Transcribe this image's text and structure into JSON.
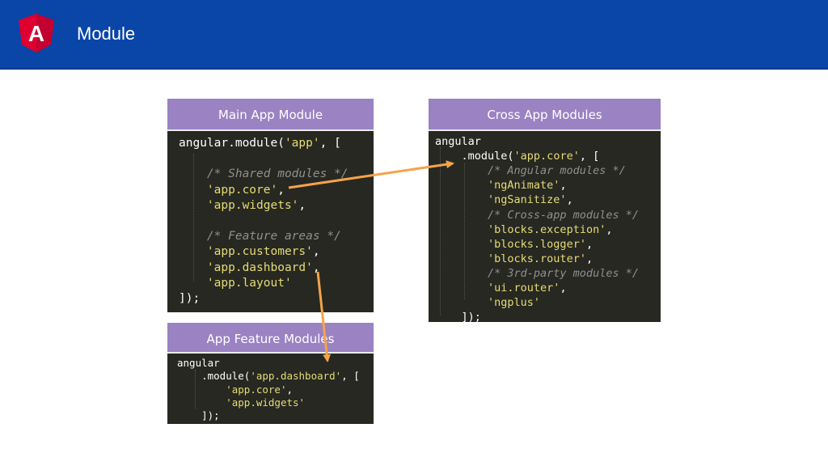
{
  "header": {
    "title": "Module",
    "logo_letter": "A",
    "background": "#0a45a8"
  },
  "panels": {
    "main": {
      "title": "Main App Module",
      "lines": [
        [
          {
            "t": "angular.module(",
            "c": "kw"
          },
          {
            "t": "'app'",
            "c": "str"
          },
          {
            "t": ", [",
            "c": "kw"
          }
        ],
        [],
        [
          {
            "t": "    /* Shared modules */",
            "c": "com"
          }
        ],
        [
          {
            "t": "    ",
            "c": "kw"
          },
          {
            "t": "'app.core'",
            "c": "str"
          },
          {
            "t": ",",
            "c": "kw"
          }
        ],
        [
          {
            "t": "    ",
            "c": "kw"
          },
          {
            "t": "'app.widgets'",
            "c": "str"
          },
          {
            "t": ",",
            "c": "kw"
          }
        ],
        [],
        [
          {
            "t": "    /* Feature areas */",
            "c": "com"
          }
        ],
        [
          {
            "t": "    ",
            "c": "kw"
          },
          {
            "t": "'app.customers'",
            "c": "str"
          },
          {
            "t": ",",
            "c": "kw"
          }
        ],
        [
          {
            "t": "    ",
            "c": "kw"
          },
          {
            "t": "'app.dashboard'",
            "c": "str"
          },
          {
            "t": ",",
            "c": "kw"
          }
        ],
        [
          {
            "t": "    ",
            "c": "kw"
          },
          {
            "t": "'app.layout'",
            "c": "str"
          }
        ],
        [
          {
            "t": "]);",
            "c": "kw"
          }
        ]
      ]
    },
    "cross": {
      "title": "Cross App Modules",
      "lines": [
        [
          {
            "t": "angular",
            "c": "kw"
          }
        ],
        [
          {
            "t": "    .module(",
            "c": "kw"
          },
          {
            "t": "'app.core'",
            "c": "str"
          },
          {
            "t": ", [",
            "c": "kw"
          }
        ],
        [
          {
            "t": "        /* Angular modules */",
            "c": "com"
          }
        ],
        [
          {
            "t": "        ",
            "c": "kw"
          },
          {
            "t": "'ngAnimate'",
            "c": "str"
          },
          {
            "t": ",",
            "c": "kw"
          }
        ],
        [
          {
            "t": "        ",
            "c": "kw"
          },
          {
            "t": "'ngSanitize'",
            "c": "str"
          },
          {
            "t": ",",
            "c": "kw"
          }
        ],
        [
          {
            "t": "        /* Cross-app modules */",
            "c": "com"
          }
        ],
        [
          {
            "t": "        ",
            "c": "kw"
          },
          {
            "t": "'blocks.exception'",
            "c": "str"
          },
          {
            "t": ",",
            "c": "kw"
          }
        ],
        [
          {
            "t": "        ",
            "c": "kw"
          },
          {
            "t": "'blocks.logger'",
            "c": "str"
          },
          {
            "t": ",",
            "c": "kw"
          }
        ],
        [
          {
            "t": "        ",
            "c": "kw"
          },
          {
            "t": "'blocks.router'",
            "c": "str"
          },
          {
            "t": ",",
            "c": "kw"
          }
        ],
        [
          {
            "t": "        /* 3rd-party modules */",
            "c": "com"
          }
        ],
        [
          {
            "t": "        ",
            "c": "kw"
          },
          {
            "t": "'ui.router'",
            "c": "str"
          },
          {
            "t": ",",
            "c": "kw"
          }
        ],
        [
          {
            "t": "        ",
            "c": "kw"
          },
          {
            "t": "'ngplus'",
            "c": "str"
          }
        ],
        [
          {
            "t": "    ]);",
            "c": "kw"
          }
        ]
      ]
    },
    "feature": {
      "title": "App Feature Modules",
      "lines": [
        [
          {
            "t": "angular",
            "c": "kw"
          }
        ],
        [
          {
            "t": "    .module(",
            "c": "kw"
          },
          {
            "t": "'app.dashboard'",
            "c": "str"
          },
          {
            "t": ", [",
            "c": "kw"
          }
        ],
        [
          {
            "t": "        ",
            "c": "kw"
          },
          {
            "t": "'app.core'",
            "c": "str"
          },
          {
            "t": ",",
            "c": "kw"
          }
        ],
        [
          {
            "t": "        ",
            "c": "kw"
          },
          {
            "t": "'app.widgets'",
            "c": "str"
          }
        ],
        [
          {
            "t": "    ]);",
            "c": "kw"
          }
        ]
      ]
    }
  },
  "colors": {
    "panel_header": "#9b82c2",
    "code_bg": "#272822",
    "string": "#e6db74",
    "comment": "#8f8f8f",
    "arrow": "#f5a34a"
  }
}
